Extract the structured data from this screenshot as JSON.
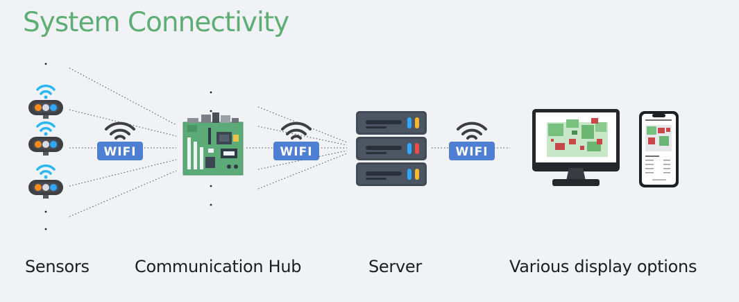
{
  "title": "System Connectivity",
  "wifi_badge_text": "WIFI",
  "nodes": [
    {
      "id": "sensors",
      "label": "Sensors"
    },
    {
      "id": "communication-hub",
      "label": "Communication Hub"
    },
    {
      "id": "server",
      "label": "Server"
    },
    {
      "id": "display-options",
      "label": "Various display options"
    }
  ],
  "colors": {
    "title": "#5dae73",
    "background": "#f1f2f6",
    "wifi_badge": "#4f7fd2",
    "wifi_arcs": "#3e3e42",
    "sensor_signal": "#29b6f6",
    "server_body": "#414a55",
    "board_green": "#5daa79"
  }
}
